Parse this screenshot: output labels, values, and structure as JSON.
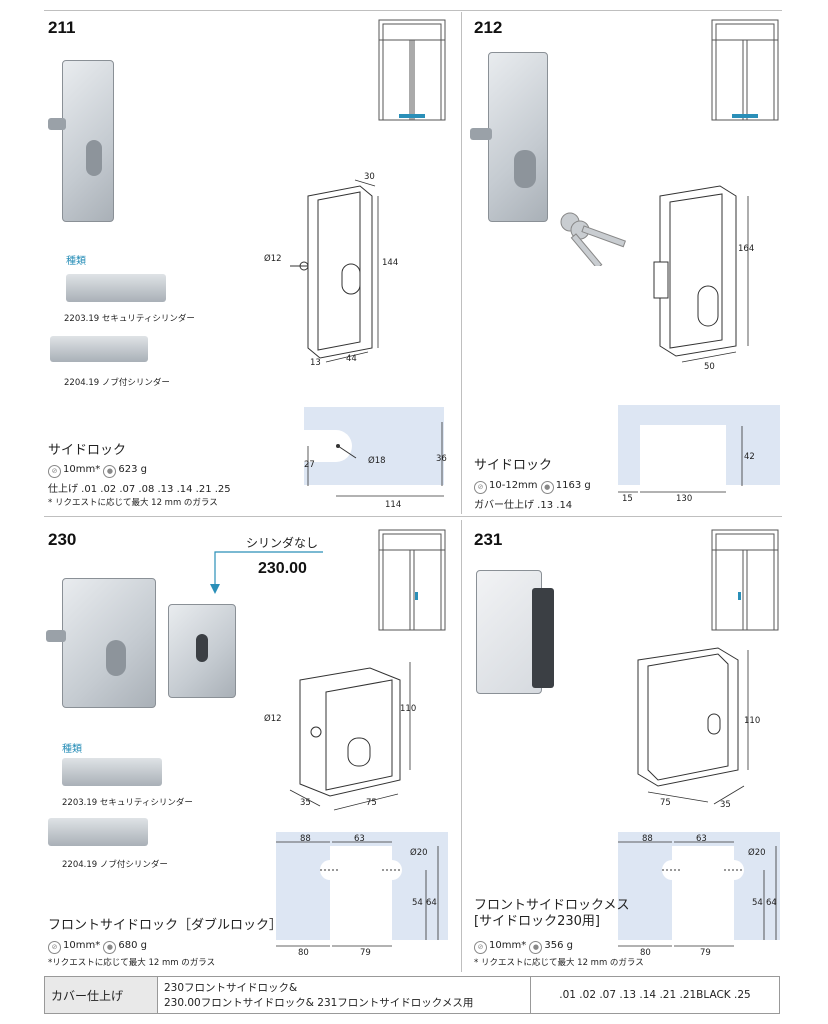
{
  "sections": {
    "s211": {
      "number": "211",
      "types_label": "種類",
      "cyl1": "2203.19 セキュリティシリンダー",
      "cyl2": "2204.19 ノブ付シリンダー",
      "name": "サイドロック",
      "spec_glass": "10mm*",
      "spec_weight": "623 g",
      "finish": "仕上げ .01 .02 .07 .08 .13 .14 .21 .25",
      "note": "* リクエストに応じて最大 12 mm のガラス",
      "dims": {
        "d30": "30",
        "d144": "144",
        "d12": "Ø12",
        "d13": "13",
        "d44": "44",
        "d27": "27",
        "d18": "Ø18",
        "d36": "36",
        "d114": "114"
      }
    },
    "s212": {
      "number": "212",
      "name": "サイドロック",
      "spec_glass": "10-12mm",
      "spec_weight": "1163 g",
      "finish": "ガバー仕上げ .13 .14",
      "dims": {
        "d164": "164",
        "d50": "50",
        "d42": "42",
        "d15": "15",
        "d130": "130"
      }
    },
    "s230": {
      "number": "230",
      "no_cylinder": "シリンダなし",
      "alt_number": "230.00",
      "types_label": "種類",
      "cyl1": "2203.19 セキュリティシリンダー",
      "cyl2": "2204.19 ノブ付シリンダー",
      "name": "フロントサイドロック［ダブルロック］",
      "spec_glass": "10mm*",
      "spec_weight": "680 g",
      "note": "*リクエストに応じて最大 12 mm のガラス",
      "dims": {
        "d12": "Ø12",
        "d110": "110",
        "d35": "35",
        "d75": "75",
        "d88": "88",
        "d63": "63",
        "d20": "Ø20",
        "d54": "54",
        "d64": "64",
        "d80": "80",
        "d79": "79"
      }
    },
    "s231": {
      "number": "231",
      "name1": "フロントサイドロックメス",
      "name2": "[サイドロック230用]",
      "spec_glass": "10mm*",
      "spec_weight": "356 g",
      "note": "* リクエストに応じて最大 12 mm のガラス",
      "dims": {
        "d110": "110",
        "d75": "75",
        "d35": "35",
        "d88": "88",
        "d63": "63",
        "d20": "Ø20",
        "d54": "54",
        "d64": "64",
        "d80": "80",
        "d79": "79"
      }
    }
  },
  "table": {
    "header": "カバー仕上げ",
    "desc_line1": "230フロントサイドロック&",
    "desc_line2": "230.00フロントサイドロック& 231フロントサイドロックメス用",
    "finishes": ".01 .02 .07 .13 .14 .21 .21BLACK .25"
  },
  "colors": {
    "accent_blue": "#2a8fb8",
    "glass": "#dde6f3",
    "line": "#bfbfbf"
  }
}
